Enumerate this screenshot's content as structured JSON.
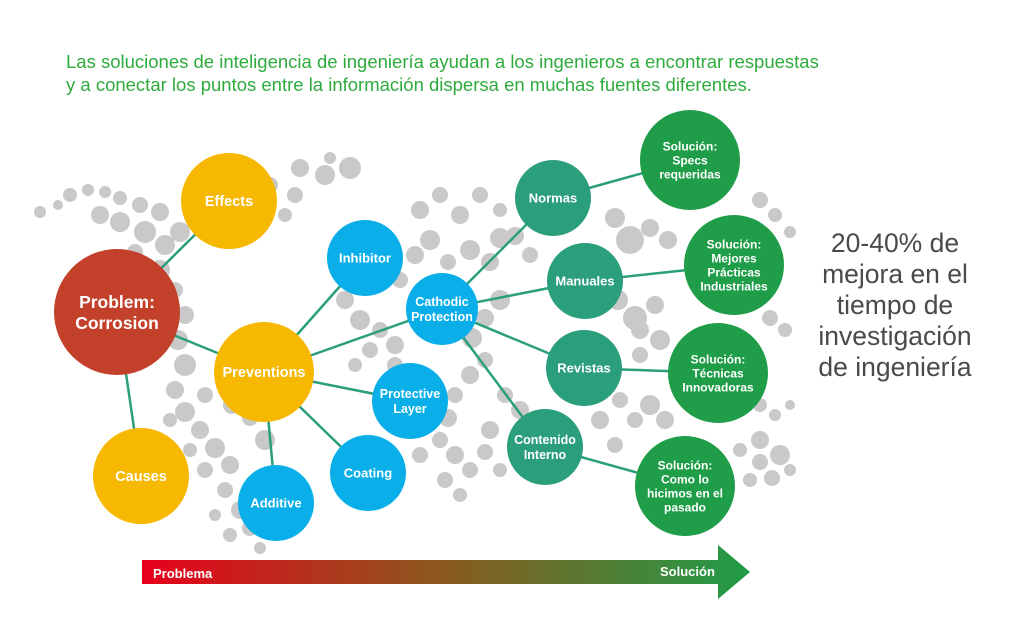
{
  "intro": {
    "line1": "Las soluciones de inteligencia de ingeniería ayudan a los ingenieros a encontrar respuestas",
    "line2": "y a conectar los puntos entre la información dispersa en muchas fuentes diferentes."
  },
  "stat": {
    "line1": "20-40% de",
    "line2": "mejora en el",
    "line3": "tiempo de",
    "line4": "investigación",
    "line5": "de ingeniería"
  },
  "colors": {
    "problem": "#c3402a",
    "yellow": "#f6b800",
    "blue": "#0aaee8",
    "teal": "#2b9e7c",
    "green": "#1f9d48",
    "connector": "#2b9e7c",
    "map_dots": "#c9c9c9"
  },
  "nodes": {
    "problem": [
      "Problem:",
      "Corrosion"
    ],
    "effects": [
      "Effects"
    ],
    "preventions": [
      "Preventions"
    ],
    "causes": [
      "Causes"
    ],
    "inhibitor": [
      "Inhibitor"
    ],
    "cathodic": [
      "Cathodic",
      "Protection"
    ],
    "protective": [
      "Protective",
      "Layer"
    ],
    "coating": [
      "Coating"
    ],
    "additive": [
      "Additive"
    ],
    "normas": [
      "Normas"
    ],
    "manuales": [
      "Manuales"
    ],
    "revistas": [
      "Revistas"
    ],
    "contenido": [
      "Contenido",
      "Interno"
    ],
    "sol_specs": [
      "Solución:",
      "Specs",
      "requeridas"
    ],
    "sol_practicas": [
      "Solución:",
      "Mejores",
      "Prácticas",
      "Industriales"
    ],
    "sol_tecnicas": [
      "Solución:",
      "Técnicas",
      "Innovadoras"
    ],
    "sol_pasado": [
      "Solución:",
      "Como lo",
      "hicimos en el",
      "pasado"
    ]
  },
  "arrow": {
    "start_label": "Problema",
    "end_label": "Solución",
    "start_color": "#e8001c",
    "end_color": "#1f9d48"
  }
}
